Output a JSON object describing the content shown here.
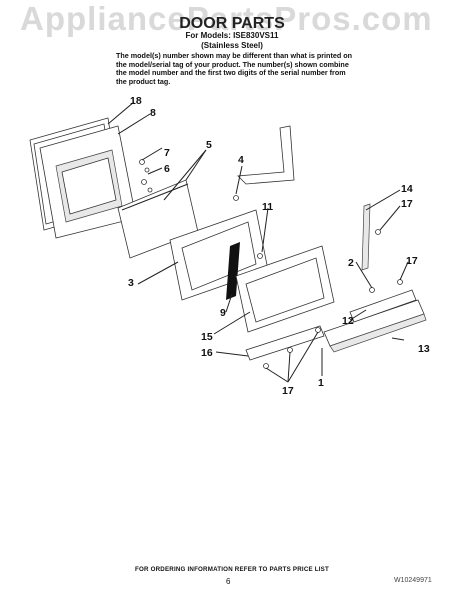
{
  "watermark": "AppliancePartsPros.com",
  "header": {
    "title": "DOOR PARTS",
    "model_line": "For Models: ISE830VS11",
    "variant": "(Stainless Steel)",
    "note": "The model(s) number shown may be different than what is printed on the model/serial tag of your product. The number(s) shown combine the model number and the first two digits of the serial number from the product tag."
  },
  "callouts": [
    "18",
    "8",
    "7",
    "6",
    "5",
    "4",
    "11",
    "14",
    "17",
    "3",
    "9",
    "2",
    "17",
    "12",
    "15",
    "13",
    "16",
    "1",
    "17"
  ],
  "footer": {
    "order_info": "FOR ORDERING INFORMATION REFER TO PARTS PRICE LIST",
    "page": "6",
    "code": "W10249971"
  }
}
